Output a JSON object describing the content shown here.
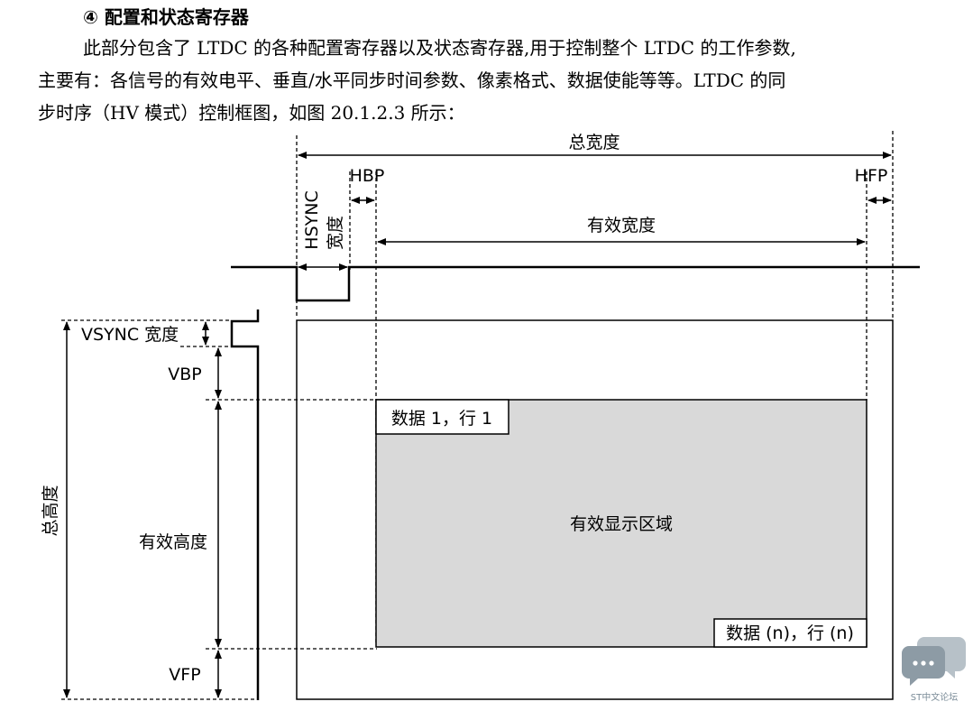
{
  "section": {
    "title": "④ 配置和状态寄存器",
    "para_line1": "此部分包含了 LTDC 的各种配置寄存器以及状态寄存器,用于控制整个 LTDC 的工作参数,",
    "para_line2": "主要有：各信号的有效电平、垂直/水平同步时间参数、像素格式、数据使能等等。LTDC 的同",
    "para_line3": "步时序（HV 模式）控制框图，如图 20.1.2.3 所示："
  },
  "diagram": {
    "total_width": "总宽度",
    "hbp": "HBP",
    "hfp": "HFP",
    "hsync": "HSYNC",
    "hsync_width": "宽度",
    "active_width": "有效宽度",
    "vsync_width": "VSYNC 宽度",
    "vbp": "VBP",
    "vfp": "VFP",
    "total_height": "总高度",
    "active_height": "有效高度",
    "data_first": "数据 1，行 1",
    "data_last": "数据 (n)，行 (n)",
    "active_area": "有效显示区域"
  },
  "watermark": {
    "text": "ST中文论坛",
    "icon": "chat-bubbles-icon"
  }
}
